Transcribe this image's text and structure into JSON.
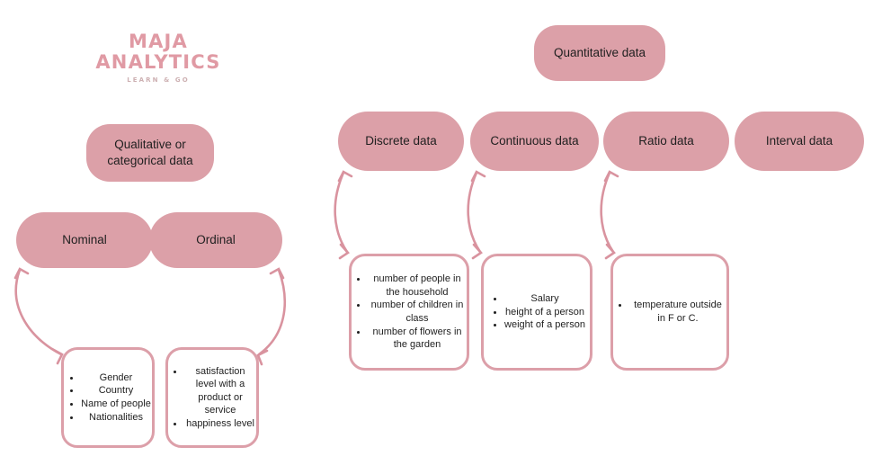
{
  "logo": {
    "line1": "MAJA",
    "line2": "ANALYTICS",
    "tagline": "LEARN & GO"
  },
  "colors": {
    "node_fill": "#dca0a8",
    "box_border": "#dc9fa9",
    "arrow": "#d9939f",
    "logo_pink": "#e09aa4",
    "text": "#1f1f1f",
    "background": "#ffffff"
  },
  "qualitative": {
    "root_label": "Qualitative or categorical data",
    "branches": [
      {
        "label": "Nominal"
      },
      {
        "label": "Ordinal"
      }
    ],
    "nominal_examples": [
      "Gender",
      "Country",
      "Name of people",
      "Nationalities"
    ],
    "ordinal_examples": [
      "satisfaction level with a product or service",
      "happiness level"
    ]
  },
  "quantitative": {
    "root_label": "Quantitative data",
    "branches": [
      {
        "label": "Discrete data"
      },
      {
        "label": "Continuous data"
      },
      {
        "label": "Ratio data"
      },
      {
        "label": "Interval data"
      }
    ],
    "discrete_examples": [
      "number of people in the household",
      "number of children in class",
      "number of flowers in the garden"
    ],
    "continuous_examples": [
      "Salary",
      "height of a person",
      "weight of a person"
    ],
    "ratio_examples": [
      "temperature outside in F or C."
    ]
  }
}
